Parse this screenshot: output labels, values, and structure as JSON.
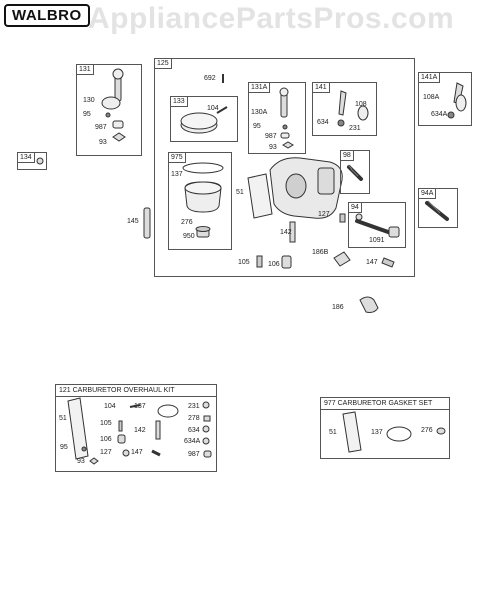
{
  "watermark": "AppliancePartsPros.com",
  "brand": "WALBRO",
  "groups": {
    "g131": "131",
    "g134": "134",
    "g125": "125",
    "g141a": "141A",
    "g133": "133",
    "g131a": "131A",
    "g141": "141",
    "g975": "975",
    "g98": "98",
    "g94": "94",
    "g94a": "94A"
  },
  "labels": {
    "l130": "130",
    "l95a": "95",
    "l987a": "987",
    "l93a": "93",
    "l692": "692",
    "l104a": "104",
    "l130a": "130A",
    "l95b": "95",
    "l987b": "987",
    "l93b": "93",
    "l108": "108",
    "l634a": "634",
    "l231a": "231",
    "l108a": "108A",
    "l634aa": "634A",
    "l137a": "137",
    "l276a": "276",
    "l950": "950",
    "l51a": "51",
    "l127a": "127",
    "l142a": "142",
    "l1091": "1091",
    "l145": "145",
    "l186b": "186B",
    "l105a": "105",
    "l106a": "106",
    "l147a": "147",
    "l186": "186"
  },
  "kit121": {
    "title": "121 CARBURETOR OVERHAUL KIT",
    "labels": {
      "k51": "51",
      "k104": "104",
      "k137": "137",
      "k231": "231",
      "k105": "105",
      "k278": "278",
      "k142": "142",
      "k634": "634",
      "k106": "106",
      "k634a": "634A",
      "k95": "95",
      "k127": "127",
      "k147": "147",
      "k987": "987",
      "k93": "93"
    }
  },
  "kit977": {
    "title": "977 CARBURETOR GASKET SET",
    "labels": {
      "g51": "51",
      "g137": "137",
      "g276": "276"
    }
  }
}
